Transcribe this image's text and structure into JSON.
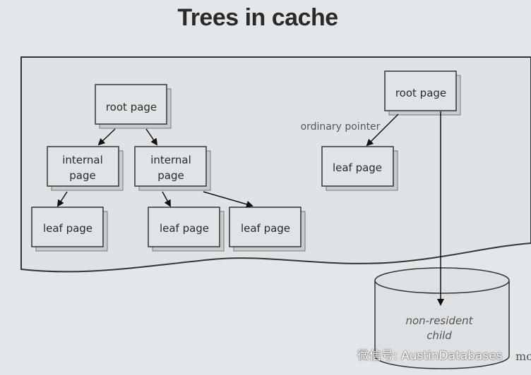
{
  "title": "Trees in cache",
  "left_tree": {
    "root": "root page",
    "internal": [
      [
        "internal",
        "page"
      ],
      [
        "internal",
        "page"
      ]
    ],
    "leaves": [
      "leaf page",
      "leaf page",
      "leaf page"
    ]
  },
  "right_tree": {
    "root": "root page",
    "pointer_label": "ordinary pointer",
    "leaf": "leaf page"
  },
  "disk": [
    "non-resident",
    "child"
  ],
  "watermark": "微信号: AustinDatabases",
  "corner_text": "mo"
}
